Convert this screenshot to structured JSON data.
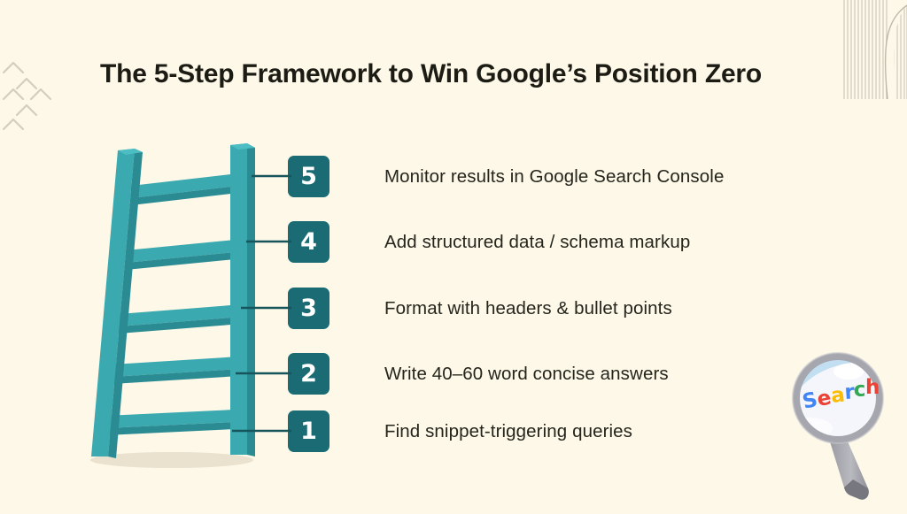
{
  "slide": {
    "title": "The 5-Step Framework to Win Google’s Position Zero",
    "background_color": "#fdf8e8",
    "accent_color": "#1a6b73",
    "ladder_color": "#3aa9b0"
  },
  "steps": [
    {
      "number": "5",
      "text": "Monitor results in Google Search Console"
    },
    {
      "number": "4",
      "text": "Add structured data / schema markup"
    },
    {
      "number": "3",
      "text": "Format with headers & bullet points"
    },
    {
      "number": "2",
      "text": "Write 40–60 word concise answers"
    },
    {
      "number": "1",
      "text": "Find snippet-triggering queries"
    }
  ],
  "magnifier": {
    "word": "Search",
    "letters": [
      {
        "char": "S",
        "color": "#4285f4"
      },
      {
        "char": "e",
        "color": "#ea4335"
      },
      {
        "char": "a",
        "color": "#fbbc05"
      },
      {
        "char": "r",
        "color": "#4285f4"
      },
      {
        "char": "c",
        "color": "#34a853"
      },
      {
        "char": "h",
        "color": "#ea4335"
      }
    ]
  },
  "decorations": {
    "chevron_color": "#cdc7b4",
    "stripe_color": "#c9c6b8"
  }
}
